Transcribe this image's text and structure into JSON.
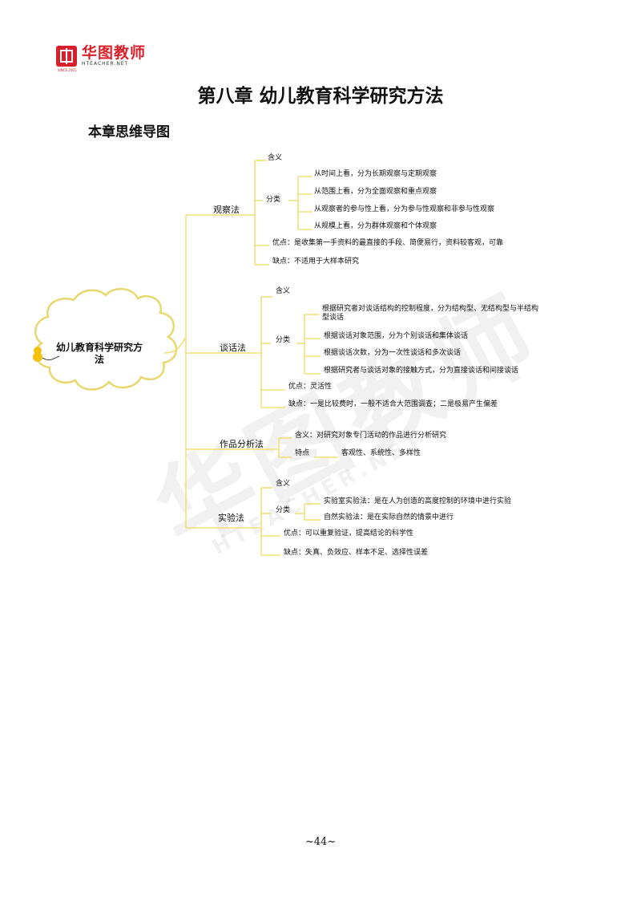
{
  "logo": {
    "brand": "华图教师",
    "site": "HTEACHER.NET",
    "since": "SINCE 2001"
  },
  "title": "第八章 幼儿教育科学研究方法",
  "subtitle": "本章思维导图",
  "center": "幼儿教育科学研究方法",
  "watermark": {
    "brand": "华图教师",
    "site": "HTEACHER.NET"
  },
  "branches": {
    "observation": {
      "label": "观察法",
      "meaning": "含义",
      "category": "分类",
      "types": [
        "从时间上看，分为长期观察与定期观察",
        "从范围上看，分为全面观察和重点观察",
        "从观察者的参与性上看，分为参与性观察和非参与性观察",
        "从规模上看，分为群体观察和个体观察"
      ],
      "pros": "优点：是收集第一手资料的最直接的手段、简便易行，资料较客观，可靠",
      "cons": "缺点：不适用于大样本研究"
    },
    "interview": {
      "label": "谈话法",
      "meaning": "含义",
      "category": "分类",
      "types_first": [
        "根据研究者对谈话结构的控制程度，分为结构型、无结构型与半结构",
        "型谈话"
      ],
      "types": [
        "根据谈话对象范围，分为个别谈话和集体谈话",
        "根据谈话次数，分为一次性谈话和多次谈话",
        "根据研究者与谈话对象的接触方式，分为直接谈话和间接谈话"
      ],
      "pros": "优点：灵活性",
      "cons": "缺点：一是比较费时，一般不适合大范围调查；二是极易产生偏差"
    },
    "work_analysis": {
      "label": "作品分析法",
      "meaning": "含义：对研究对象专门活动的作品进行分析研究",
      "feature_label": "特点",
      "feature_value": "客观性、系统性、多样性"
    },
    "experiment": {
      "label": "实验法",
      "meaning": "含义",
      "category": "分类",
      "types": [
        "实验室实验法：是在人为创造的高度控制的环境中进行实验",
        "自然实验法：是在实际自然的情景中进行"
      ],
      "pros": "优点：可以重复验证，提高结论的科学性",
      "cons": "缺点：失真、负效应、样本不足、选择性误差"
    }
  },
  "footer": "~44~",
  "colors": {
    "accent": "#d8202a",
    "branch_line": "#f0e07a"
  }
}
